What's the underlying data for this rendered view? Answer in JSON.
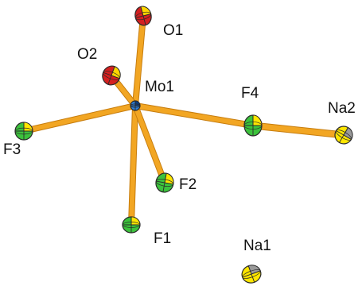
{
  "atoms": [
    {
      "id": "Mo1",
      "label": "Mo1",
      "element": "Mo"
    },
    {
      "id": "O1",
      "label": "O1",
      "element": "O"
    },
    {
      "id": "O2",
      "label": "O2",
      "element": "O"
    },
    {
      "id": "F1",
      "label": "F1",
      "element": "F"
    },
    {
      "id": "F2",
      "label": "F2",
      "element": "F"
    },
    {
      "id": "F3",
      "label": "F3",
      "element": "F"
    },
    {
      "id": "F4",
      "label": "F4",
      "element": "F"
    },
    {
      "id": "Na1",
      "label": "Na1",
      "element": "Na"
    },
    {
      "id": "Na2",
      "label": "Na2",
      "element": "Na"
    }
  ],
  "bonds": [
    [
      "Mo1",
      "O1"
    ],
    [
      "Mo1",
      "O2"
    ],
    [
      "Mo1",
      "F1"
    ],
    [
      "Mo1",
      "F2"
    ],
    [
      "Mo1",
      "F3"
    ],
    [
      "Mo1",
      "F4"
    ],
    [
      "F4",
      "Na2"
    ]
  ],
  "colors": {
    "bond": "#f2a623",
    "bond_edge": "#c77d0e",
    "outline": "#2a2a2a",
    "O_primary": "#d42020",
    "O_secondary": "#ffd400",
    "F_primary": "#3cc23c",
    "F_secondary": "#ffe600",
    "Na_primary": "#ffe600",
    "Na_secondary": "#9a9a9a",
    "Mo_primary": "#2e7fd8",
    "Mo_secondary": "#0b3d80"
  }
}
